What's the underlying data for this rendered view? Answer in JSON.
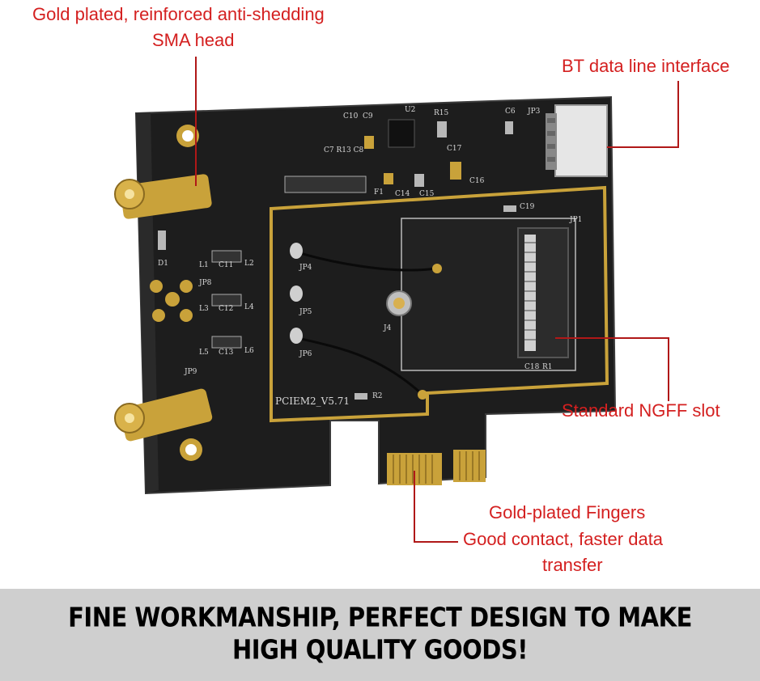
{
  "callouts": {
    "sma_line1": "Gold plated, reinforced anti-shedding",
    "sma_line2": "SMA head",
    "bt": "BT data line interface",
    "ngff": "Standard NGFF slot",
    "fingers_line1": "Gold-plated Fingers",
    "fingers_line2": "Good contact, faster data",
    "fingers_line3": "transfer"
  },
  "board_labels": {
    "model": "PCIEM2_V5.71",
    "jp1": "JP1",
    "jp3": "JP3",
    "jp4": "JP4",
    "jp5": "JP5",
    "jp6": "JP6",
    "jp8": "JP8",
    "jp9": "JP9",
    "j4": "J4",
    "u2": "U2",
    "d1": "D1",
    "c10": "C10",
    "c9": "C9",
    "r15": "R15",
    "c6": "C6",
    "c17": "C17",
    "c16": "C16",
    "c14": "C14",
    "c15": "C15",
    "c19": "C19",
    "c18": "C18",
    "r1": "R1",
    "r2": "R2",
    "f1": "F1",
    "c7r13c8": "C7 R13 C8",
    "l1": "L1",
    "c11": "C11",
    "l2": "L2",
    "l3": "L3",
    "c12": "C12",
    "l4": "L4",
    "l5": "L5",
    "c13": "C13",
    "l6": "L6"
  },
  "banner": {
    "line1": "FINE WORKMANSHIP, PERFECT DESIGN TO MAKE",
    "line2": "HIGH QUALITY GOODS!"
  },
  "colors": {
    "callout_text": "#d42020",
    "leader_line": "#b01818",
    "pcb": "#1d1d1d",
    "gold": "#c9a23a",
    "banner_bg": "#cfcfcf"
  }
}
